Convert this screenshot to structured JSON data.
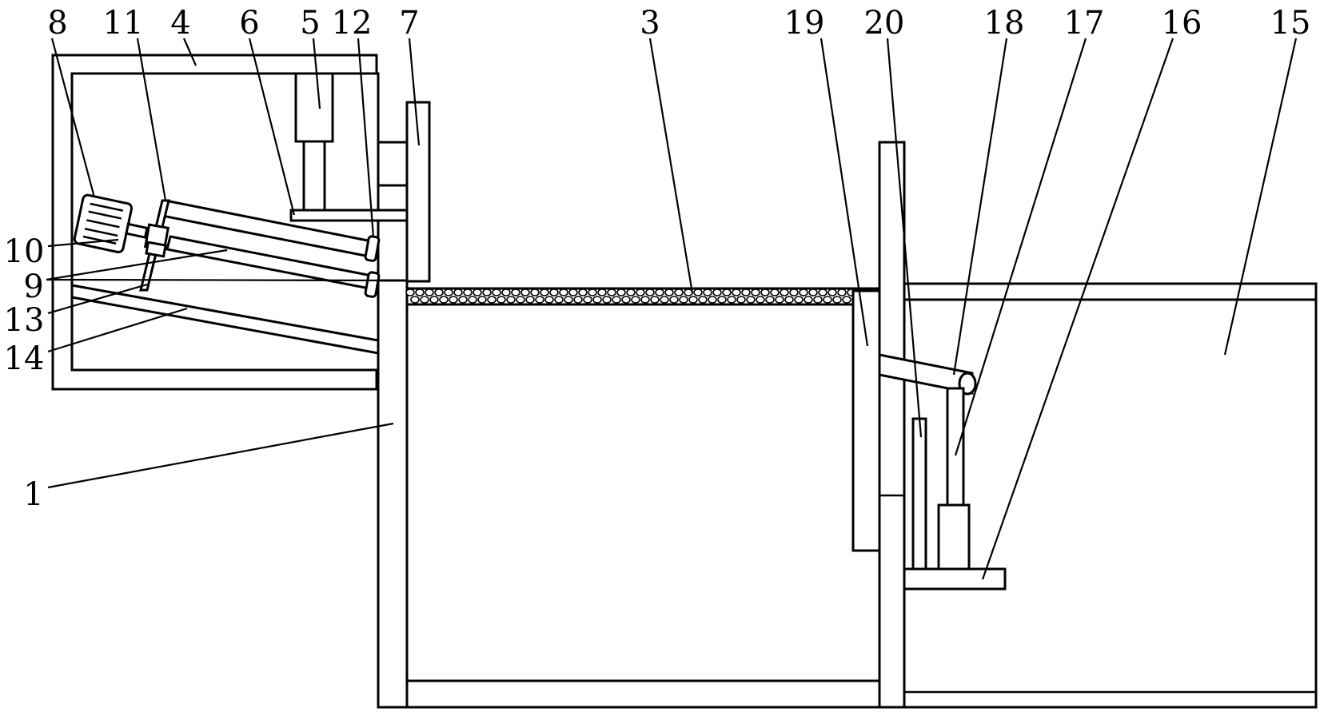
{
  "figure": {
    "callouts": [
      {
        "id": "8",
        "text": "8"
      },
      {
        "id": "11",
        "text": "11"
      },
      {
        "id": "4",
        "text": "4"
      },
      {
        "id": "6",
        "text": "6"
      },
      {
        "id": "5",
        "text": "5"
      },
      {
        "id": "12",
        "text": "12"
      },
      {
        "id": "7",
        "text": "7"
      },
      {
        "id": "3",
        "text": "3"
      },
      {
        "id": "19",
        "text": "19"
      },
      {
        "id": "20",
        "text": "20"
      },
      {
        "id": "18",
        "text": "18"
      },
      {
        "id": "17",
        "text": "17"
      },
      {
        "id": "16",
        "text": "16"
      },
      {
        "id": "15",
        "text": "15"
      },
      {
        "id": "10",
        "text": "10"
      },
      {
        "id": "9",
        "text": "9"
      },
      {
        "id": "13",
        "text": "13"
      },
      {
        "id": "14",
        "text": "14"
      },
      {
        "id": "1",
        "text": "1"
      }
    ],
    "colors": {
      "line": "#000000",
      "background": "#ffffff"
    }
  }
}
